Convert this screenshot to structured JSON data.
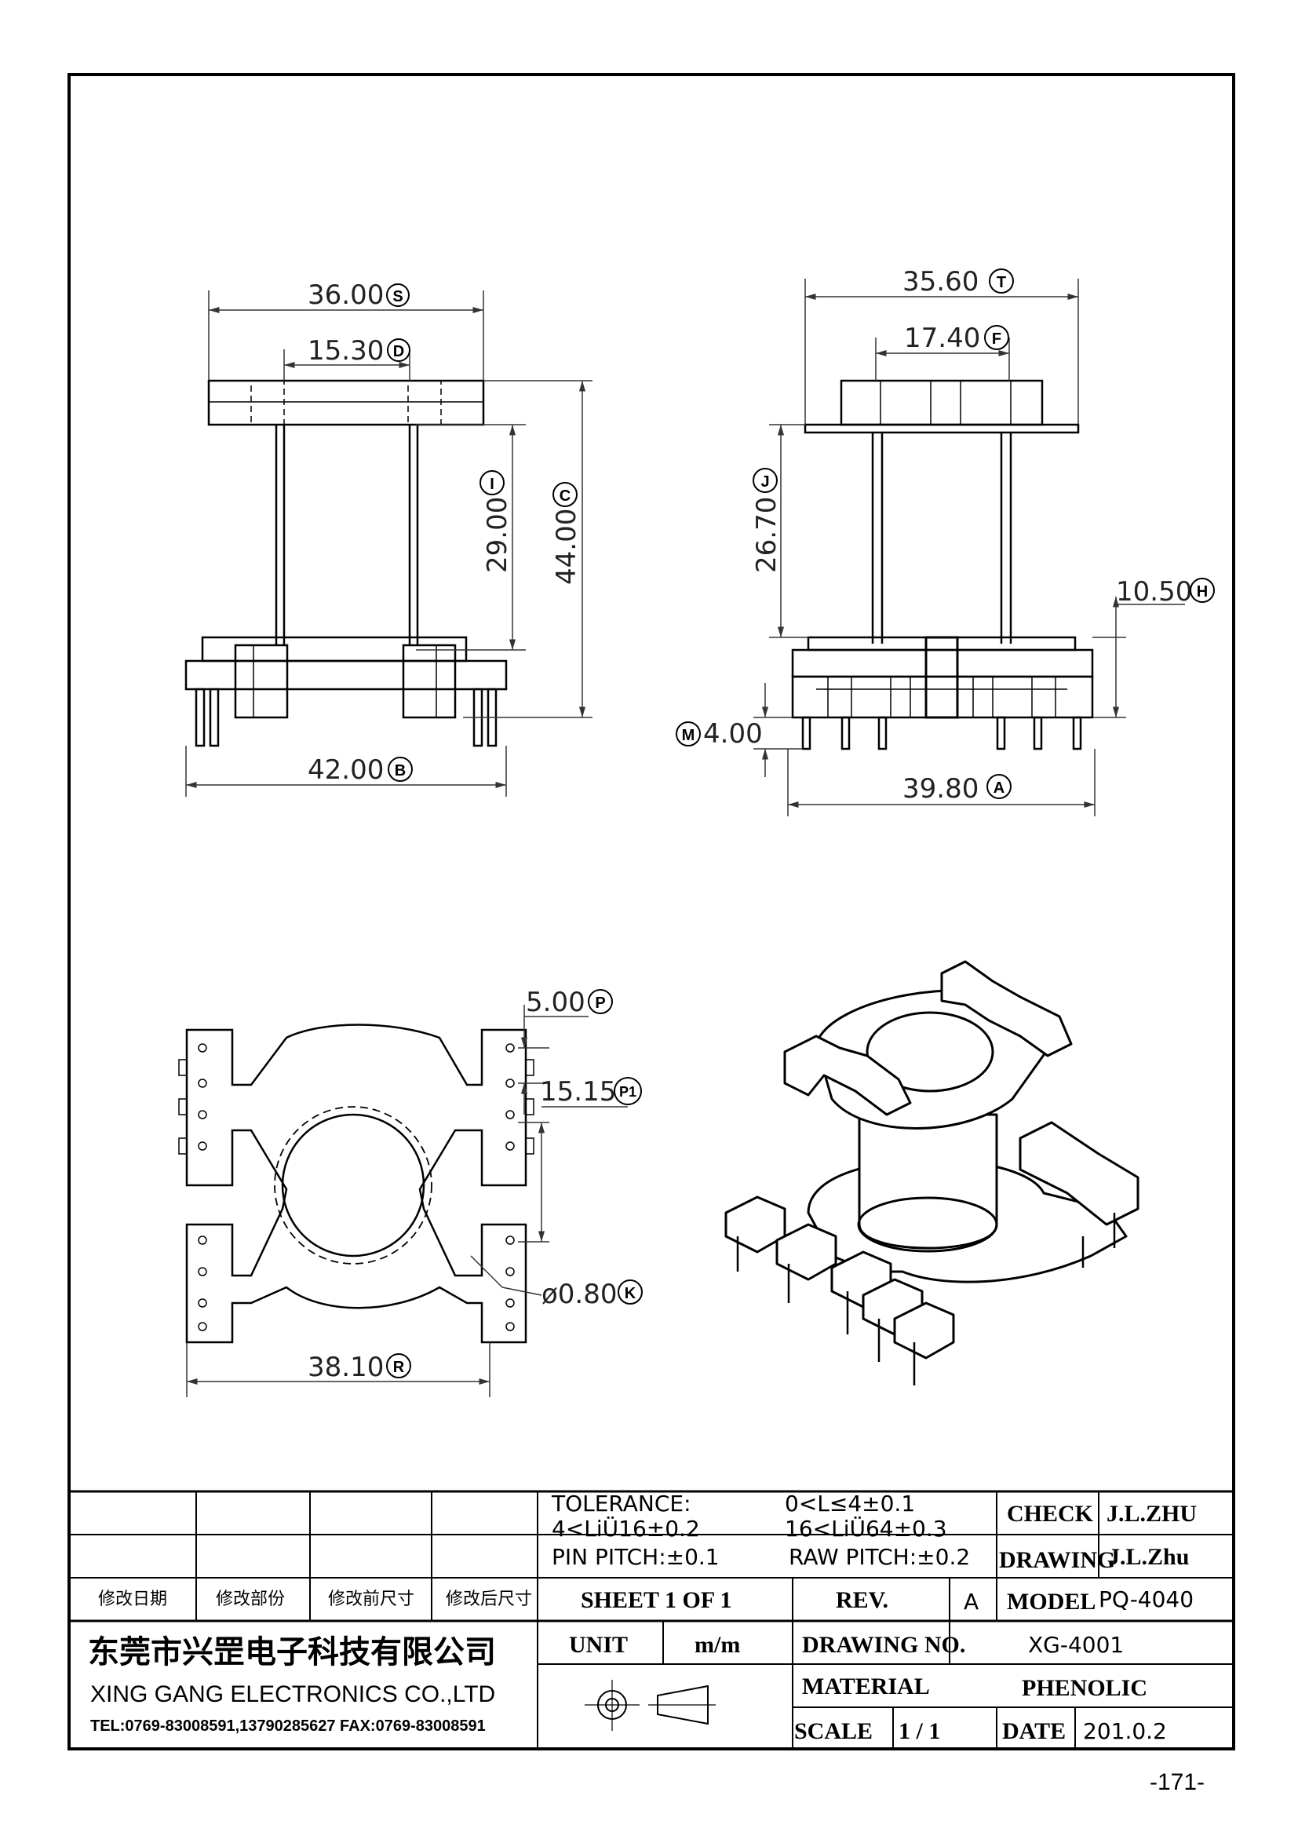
{
  "views": {
    "front": {
      "dims": {
        "S": {
          "value": "36.00",
          "letter": "S"
        },
        "D": {
          "value": "15.30",
          "letter": "D"
        },
        "I": {
          "value": "29.00",
          "letter": "I"
        },
        "C": {
          "value": "44.00",
          "letter": "C"
        },
        "B": {
          "value": "42.00",
          "letter": "B"
        }
      }
    },
    "side": {
      "dims": {
        "T": {
          "value": "35.60",
          "letter": "T"
        },
        "F": {
          "value": "17.40",
          "letter": "F"
        },
        "J": {
          "value": "26.70",
          "letter": "J"
        },
        "H": {
          "value": "10.50",
          "letter": "H"
        },
        "M": {
          "value": "4.00",
          "letter": "M"
        },
        "A": {
          "value": "39.80",
          "letter": "A"
        }
      }
    },
    "bottom": {
      "dims": {
        "P": {
          "value": "5.00",
          "letter": "P"
        },
        "P1": {
          "value": "15.15",
          "letter": "P1"
        },
        "K": {
          "value": "ø0.80",
          "letter": "K"
        },
        "R": {
          "value": "38.10",
          "letter": "R"
        }
      }
    }
  },
  "title_block": {
    "tolerance_label": "TOLERANCE:",
    "tol_1": "0<L≤4±0.1",
    "tol_2": "4<LiÜ16±0.2",
    "tol_3": "16<LiÜ64±0.3",
    "pin_pitch": "PIN PITCH:±0.1",
    "raw_pitch": "RAW PITCH:±0.2",
    "check_label": "CHECK",
    "check_value": "J.L.ZHU",
    "drawing_label": "DRAWING",
    "drawing_value": "J.L.Zhu",
    "rev_headers": [
      "修改日期",
      "修改部份",
      "修改前尺寸",
      "修改后尺寸"
    ],
    "sheet": "SHEET 1 OF 1",
    "rev_label": "REV.",
    "rev_value": "A",
    "model_label": "MODEL",
    "model_value": "PQ-4040",
    "company_cn": "东莞市兴罡电子科技有限公司",
    "company_en": "XING GANG ELECTRONICS CO.,LTD",
    "contact": "TEL:0769-83008591,13790285627 FAX:0769-83008591",
    "unit_label": "UNIT",
    "unit_value": "m/m",
    "drawing_no_label": "DRAWING NO.",
    "drawing_no_value": "XG-4001",
    "material_label": "MATERIAL",
    "material_value": "PHENOLIC",
    "scale_label": "SCALE",
    "scale_value": "1 / 1",
    "date_label": "DATE",
    "date_value": "201.0.2"
  },
  "page_number": "-171-"
}
